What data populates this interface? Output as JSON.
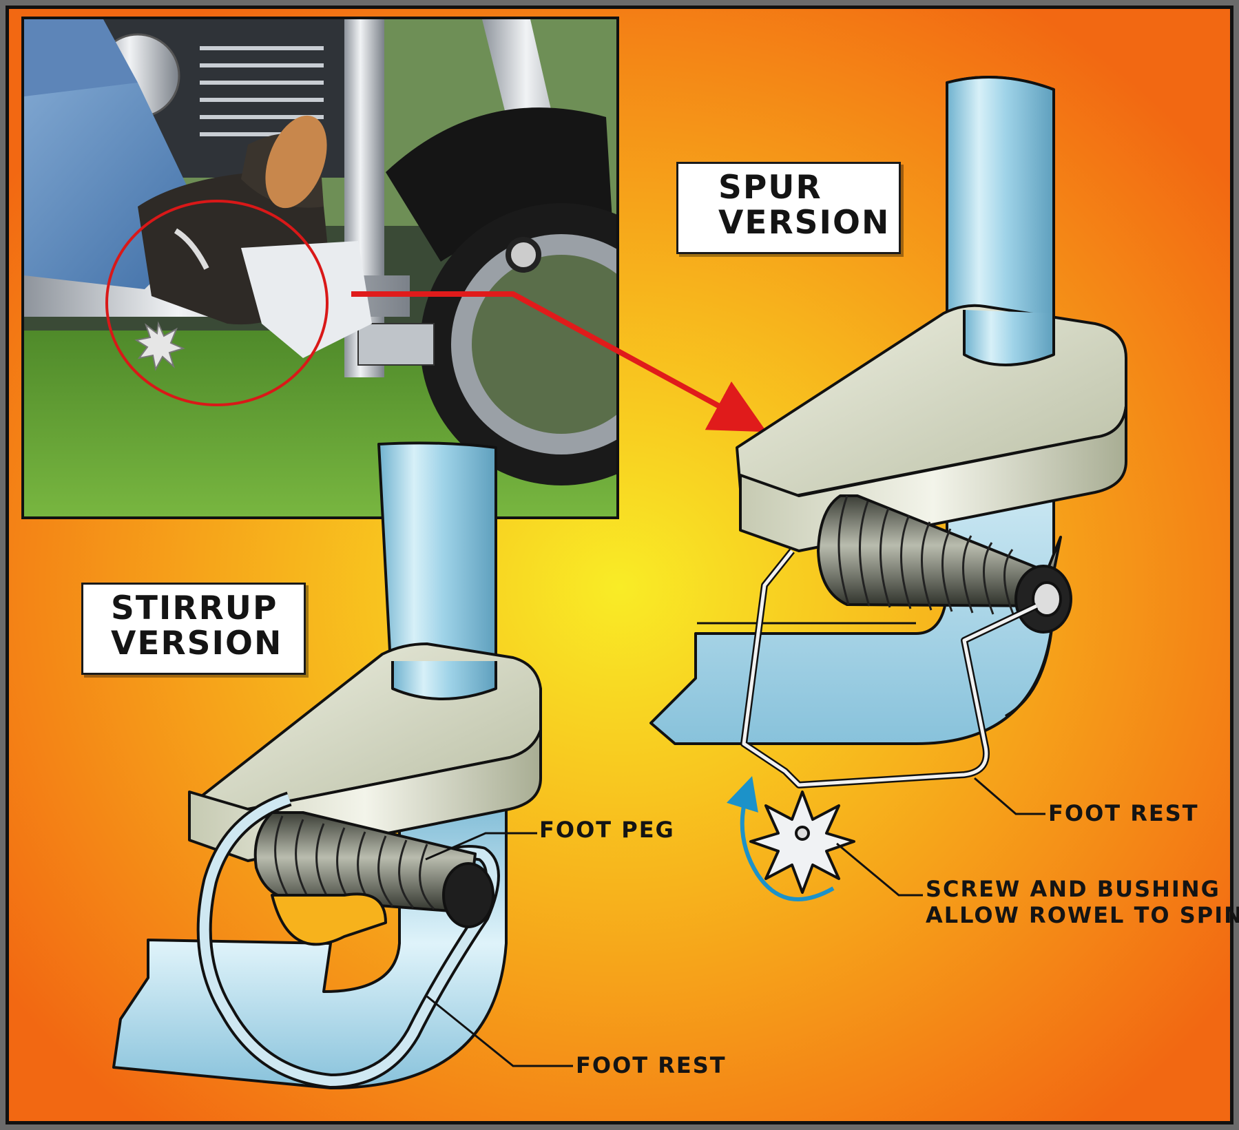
{
  "titles": {
    "spur": [
      "SPUR",
      "VERSION"
    ],
    "stirrup": [
      "STIRRUP",
      "VERSION"
    ]
  },
  "callouts": {
    "foot_peg": "FOOT PEG",
    "foot_rest_left": "FOOT REST",
    "foot_rest_right": "FOOT REST",
    "screw": [
      "SCREW AND BUSHING",
      "ALLOW ROWEL TO SPIN"
    ]
  },
  "colors": {
    "background_center": "#f7e623",
    "background_edge": "#f26a12",
    "frame": "#6b6b6b",
    "pipe": "#9fd3e8",
    "bracket": "#d9dcc6",
    "arrow": "#e01b1b",
    "rotation_arrow": "#1c92c9"
  }
}
